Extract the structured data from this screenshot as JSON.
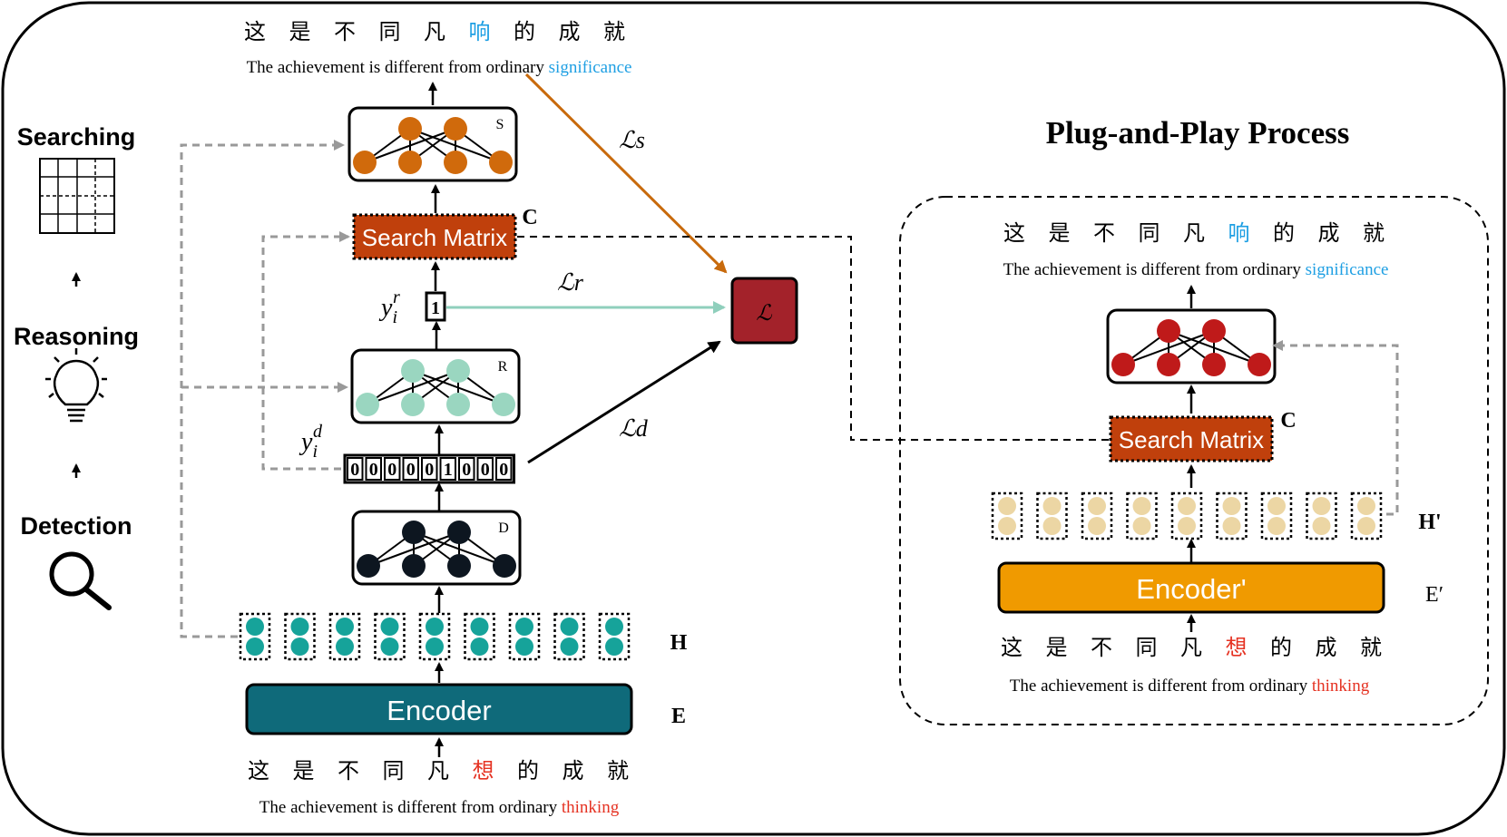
{
  "stages": {
    "searching": "Searching",
    "reasoning": "Reasoning",
    "detection": "Detection"
  },
  "left": {
    "input_chars": [
      "这",
      "是",
      "不",
      "同",
      "凡",
      "想",
      "的",
      "成",
      "就"
    ],
    "input_error_index": 5,
    "input_en_prefix": "The achievement is different from ordinary ",
    "input_en_error": "thinking",
    "output_chars": [
      "这",
      "是",
      "不",
      "同",
      "凡",
      "响",
      "的",
      "成",
      "就"
    ],
    "output_fix_index": 5,
    "output_en_prefix": "The achievement is different from ordinary ",
    "output_en_fix": "significance",
    "encoder_label": "Encoder",
    "encoder_letter": "E",
    "hidden_letter": "H",
    "detect_net_letter": "D",
    "reason_net_letter": "R",
    "search_net_letter": "S",
    "detect_bits": [
      "0",
      "0",
      "0",
      "0",
      "0",
      "1",
      "0",
      "0",
      "0"
    ],
    "reason_bit": "1",
    "search_matrix_label": "Search Matrix",
    "search_matrix_letter": "C",
    "loss_label": "ℒ",
    "loss_s": "ℒs",
    "loss_r": "ℒr",
    "loss_d": "ℒd",
    "y_detect": "y",
    "y_detect_sub": "i",
    "y_detect_sup": "d",
    "y_reason": "y",
    "y_reason_sub": "i",
    "y_reason_sup": "r"
  },
  "right": {
    "title": "Plug-and-Play Process",
    "input_chars": [
      "这",
      "是",
      "不",
      "同",
      "凡",
      "想",
      "的",
      "成",
      "就"
    ],
    "input_error_index": 5,
    "input_en_prefix": "The achievement is different from ordinary ",
    "input_en_error": "thinking",
    "output_chars": [
      "这",
      "是",
      "不",
      "同",
      "凡",
      "响",
      "的",
      "成",
      "就"
    ],
    "output_fix_index": 5,
    "output_en_prefix": "The achievement is different from ordinary ",
    "output_en_fix": "significance",
    "encoder_label": "Encoder'",
    "encoder_letter": "E′",
    "hidden_letter": "H'",
    "search_matrix_label": "Search Matrix",
    "search_matrix_letter": "C"
  },
  "colors": {
    "error_red": "#e53222",
    "fix_blue": "#1e9fe3",
    "encoder_teal": "#0f6a7a",
    "encoder_orange": "#f09a00",
    "search_net_orange": "#d06a0c",
    "reason_net_mint": "#9ad6c0",
    "detect_net_dark": "#0d1620",
    "plug_net_red": "#bf1a1a",
    "hidden_teal": "#16a39a",
    "hidden_beige": "#ecd6a4",
    "search_matrix_fill": "#c0400c",
    "loss_fill": "#a3222a",
    "loss_s_arrow": "#c86a0c",
    "loss_r_arrow": "#8fcfbc",
    "dashed_gray": "#999999"
  }
}
